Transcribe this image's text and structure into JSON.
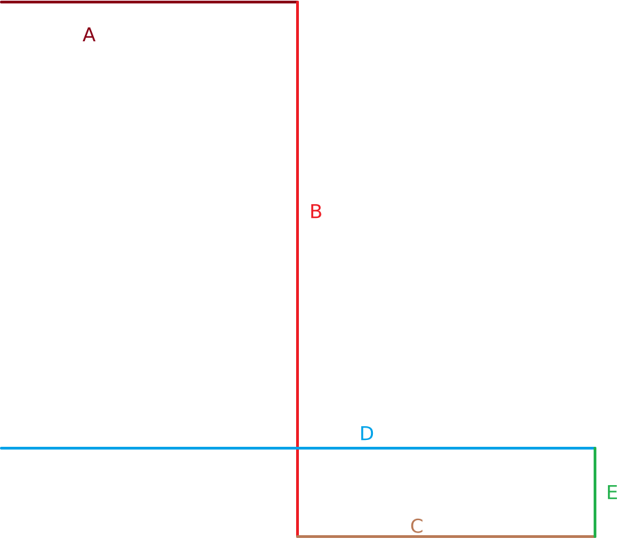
{
  "segments": {
    "a": {
      "label": "A",
      "color": "#880015"
    },
    "b": {
      "label": "B",
      "color": "#ed1c24"
    },
    "c": {
      "label": "C",
      "color": "#b97a57"
    },
    "d": {
      "label": "D",
      "color": "#00a2e8"
    },
    "e": {
      "label": "E",
      "color": "#22b14c"
    }
  }
}
